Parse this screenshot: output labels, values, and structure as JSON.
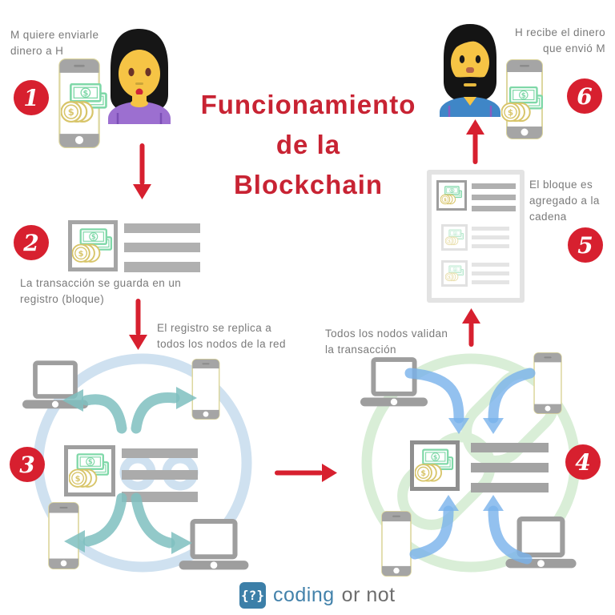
{
  "title": {
    "lines": [
      "Funcionamiento",
      "de la",
      "Blockchain"
    ]
  },
  "steps": [
    {
      "number": "1",
      "lines": [
        "M quiere enviarle",
        "dinero a H"
      ]
    },
    {
      "number": "2",
      "lines": [
        "La transacción se guarda en un",
        "registro (bloque)"
      ]
    },
    {
      "number": "3",
      "lines": [
        "El registro se replica a",
        "todos los nodos de la red"
      ]
    },
    {
      "number": "4",
      "lines": [
        "Todos los nodos validan",
        "la transacción"
      ]
    },
    {
      "number": "5",
      "lines": [
        "El bloque es",
        "agregado a la",
        "cadena"
      ]
    },
    {
      "number": "6",
      "lines": [
        "H recibe el dinero",
        "que envió M"
      ]
    }
  ],
  "logo": {
    "symbol": "{?}",
    "word1": "coding",
    "word2": "or not"
  },
  "icons": {
    "dollar": "$"
  },
  "colors": {
    "accent_red": "#d7202f",
    "title_red": "#c82333",
    "text_gray": "#7a7a7a",
    "bar_gray": "#b0b0b0",
    "device_gray": "#9e9e9e",
    "ring_blue": "#cfe1f0",
    "arrow_teal": "#7fbfbf",
    "ring_green": "#d9eed7",
    "arrow_blue": "#78b1eb",
    "money_green": "#7fd8a8",
    "money_gold": "#d8c56a",
    "logo_blue": "#3c7fa8"
  }
}
